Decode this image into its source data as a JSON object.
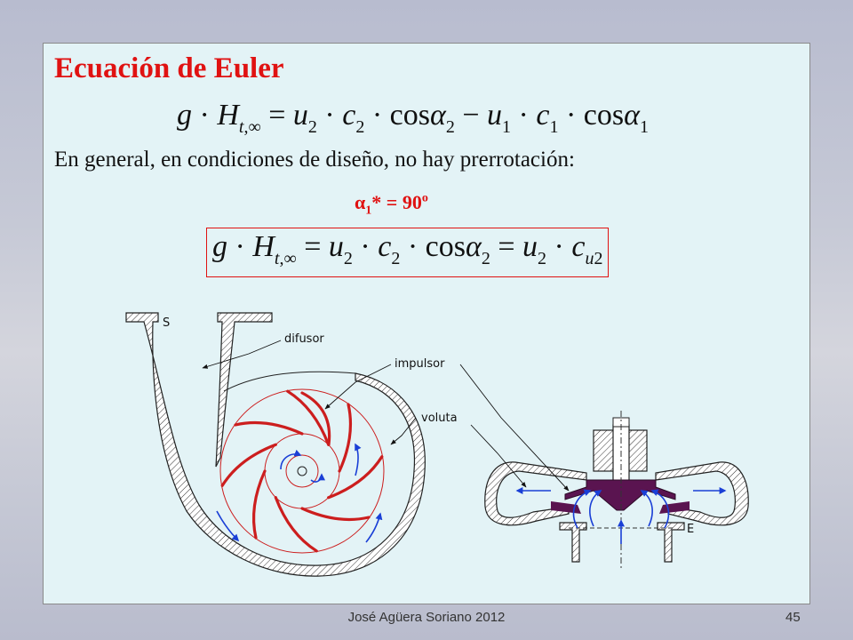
{
  "title": "Ecuación de Euler",
  "sentence": "En general, en condiciones de diseño, no hay prerrotación:",
  "alpha_condition": {
    "symbol": "α",
    "subscript": "1",
    "rest": "* = 90",
    "superscript": "o"
  },
  "equation_general": "g·H_{t,∞} = u_2·c_2·cosα_2 − u_1·c_1·cosα_1",
  "equation_design": "g·H_{t,∞} = u_2·c_2·cosα_2 = u_2·c_{u2}",
  "diagram_labels": {
    "outlet": "S",
    "diffuser": "difusor",
    "impeller": "impulsor",
    "volute": "voluta",
    "inlet": "E"
  },
  "footer": {
    "author": "José Agüera Soriano 2012",
    "page": "45"
  },
  "colors": {
    "title": "#e01212",
    "background": "#e3f3f6",
    "impeller_blades": "#cc1e1e",
    "flow_arrows": "#1a3fd6",
    "impeller_section": "#5a1450"
  }
}
